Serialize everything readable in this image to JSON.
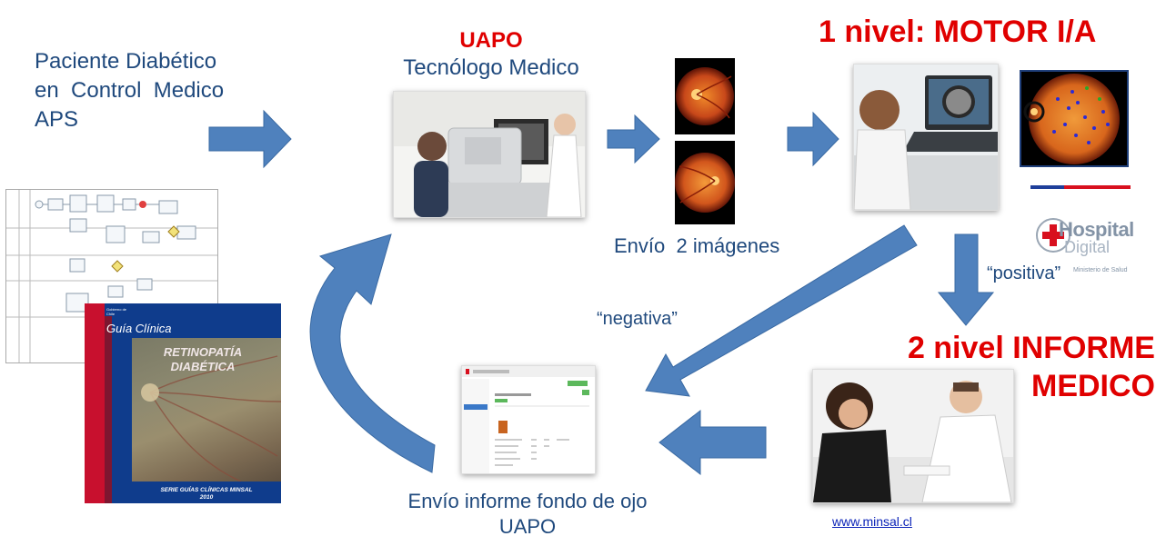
{
  "patient": {
    "line1": "Paciente Diabético",
    "line2": "en  Control  Medico",
    "line3": "APS"
  },
  "uapo": {
    "title": "UAPO",
    "subtitle": "Tecnólogo Medico"
  },
  "envio_imagenes": "Envío  2 imágenes",
  "nivel1": "1 nivel: MOTOR I/A",
  "nivel2": {
    "line1": "2 nivel INFORME",
    "line2": "MEDICO"
  },
  "positiva": "“positiva”",
  "negativa": "“negativa”",
  "envio_informe": {
    "line1": "Envío informe fondo de ojo",
    "line2": "UAPO"
  },
  "guide": {
    "gobierno": "Gobierno de Chile",
    "title": "Guía Clínica",
    "topic_line1": "RETINOPATÍA",
    "topic_line2": "DIABÉTICA",
    "serie": "SERIE GUÍAS CLÍNICAS MINSAL",
    "year": "2010"
  },
  "hospital_logo": {
    "word1": "Hospital",
    "word2": "Digital",
    "ministry": "Ministerio de Salud"
  },
  "link": "www.minsal.cl",
  "colors": {
    "arrow": "#4f81bd",
    "arrow_stroke": "#3a6aa3",
    "red": "#e00000",
    "text_blue": "#1f497d",
    "guide_blue": "#0f3c8c",
    "guide_red": "#c8102e"
  }
}
